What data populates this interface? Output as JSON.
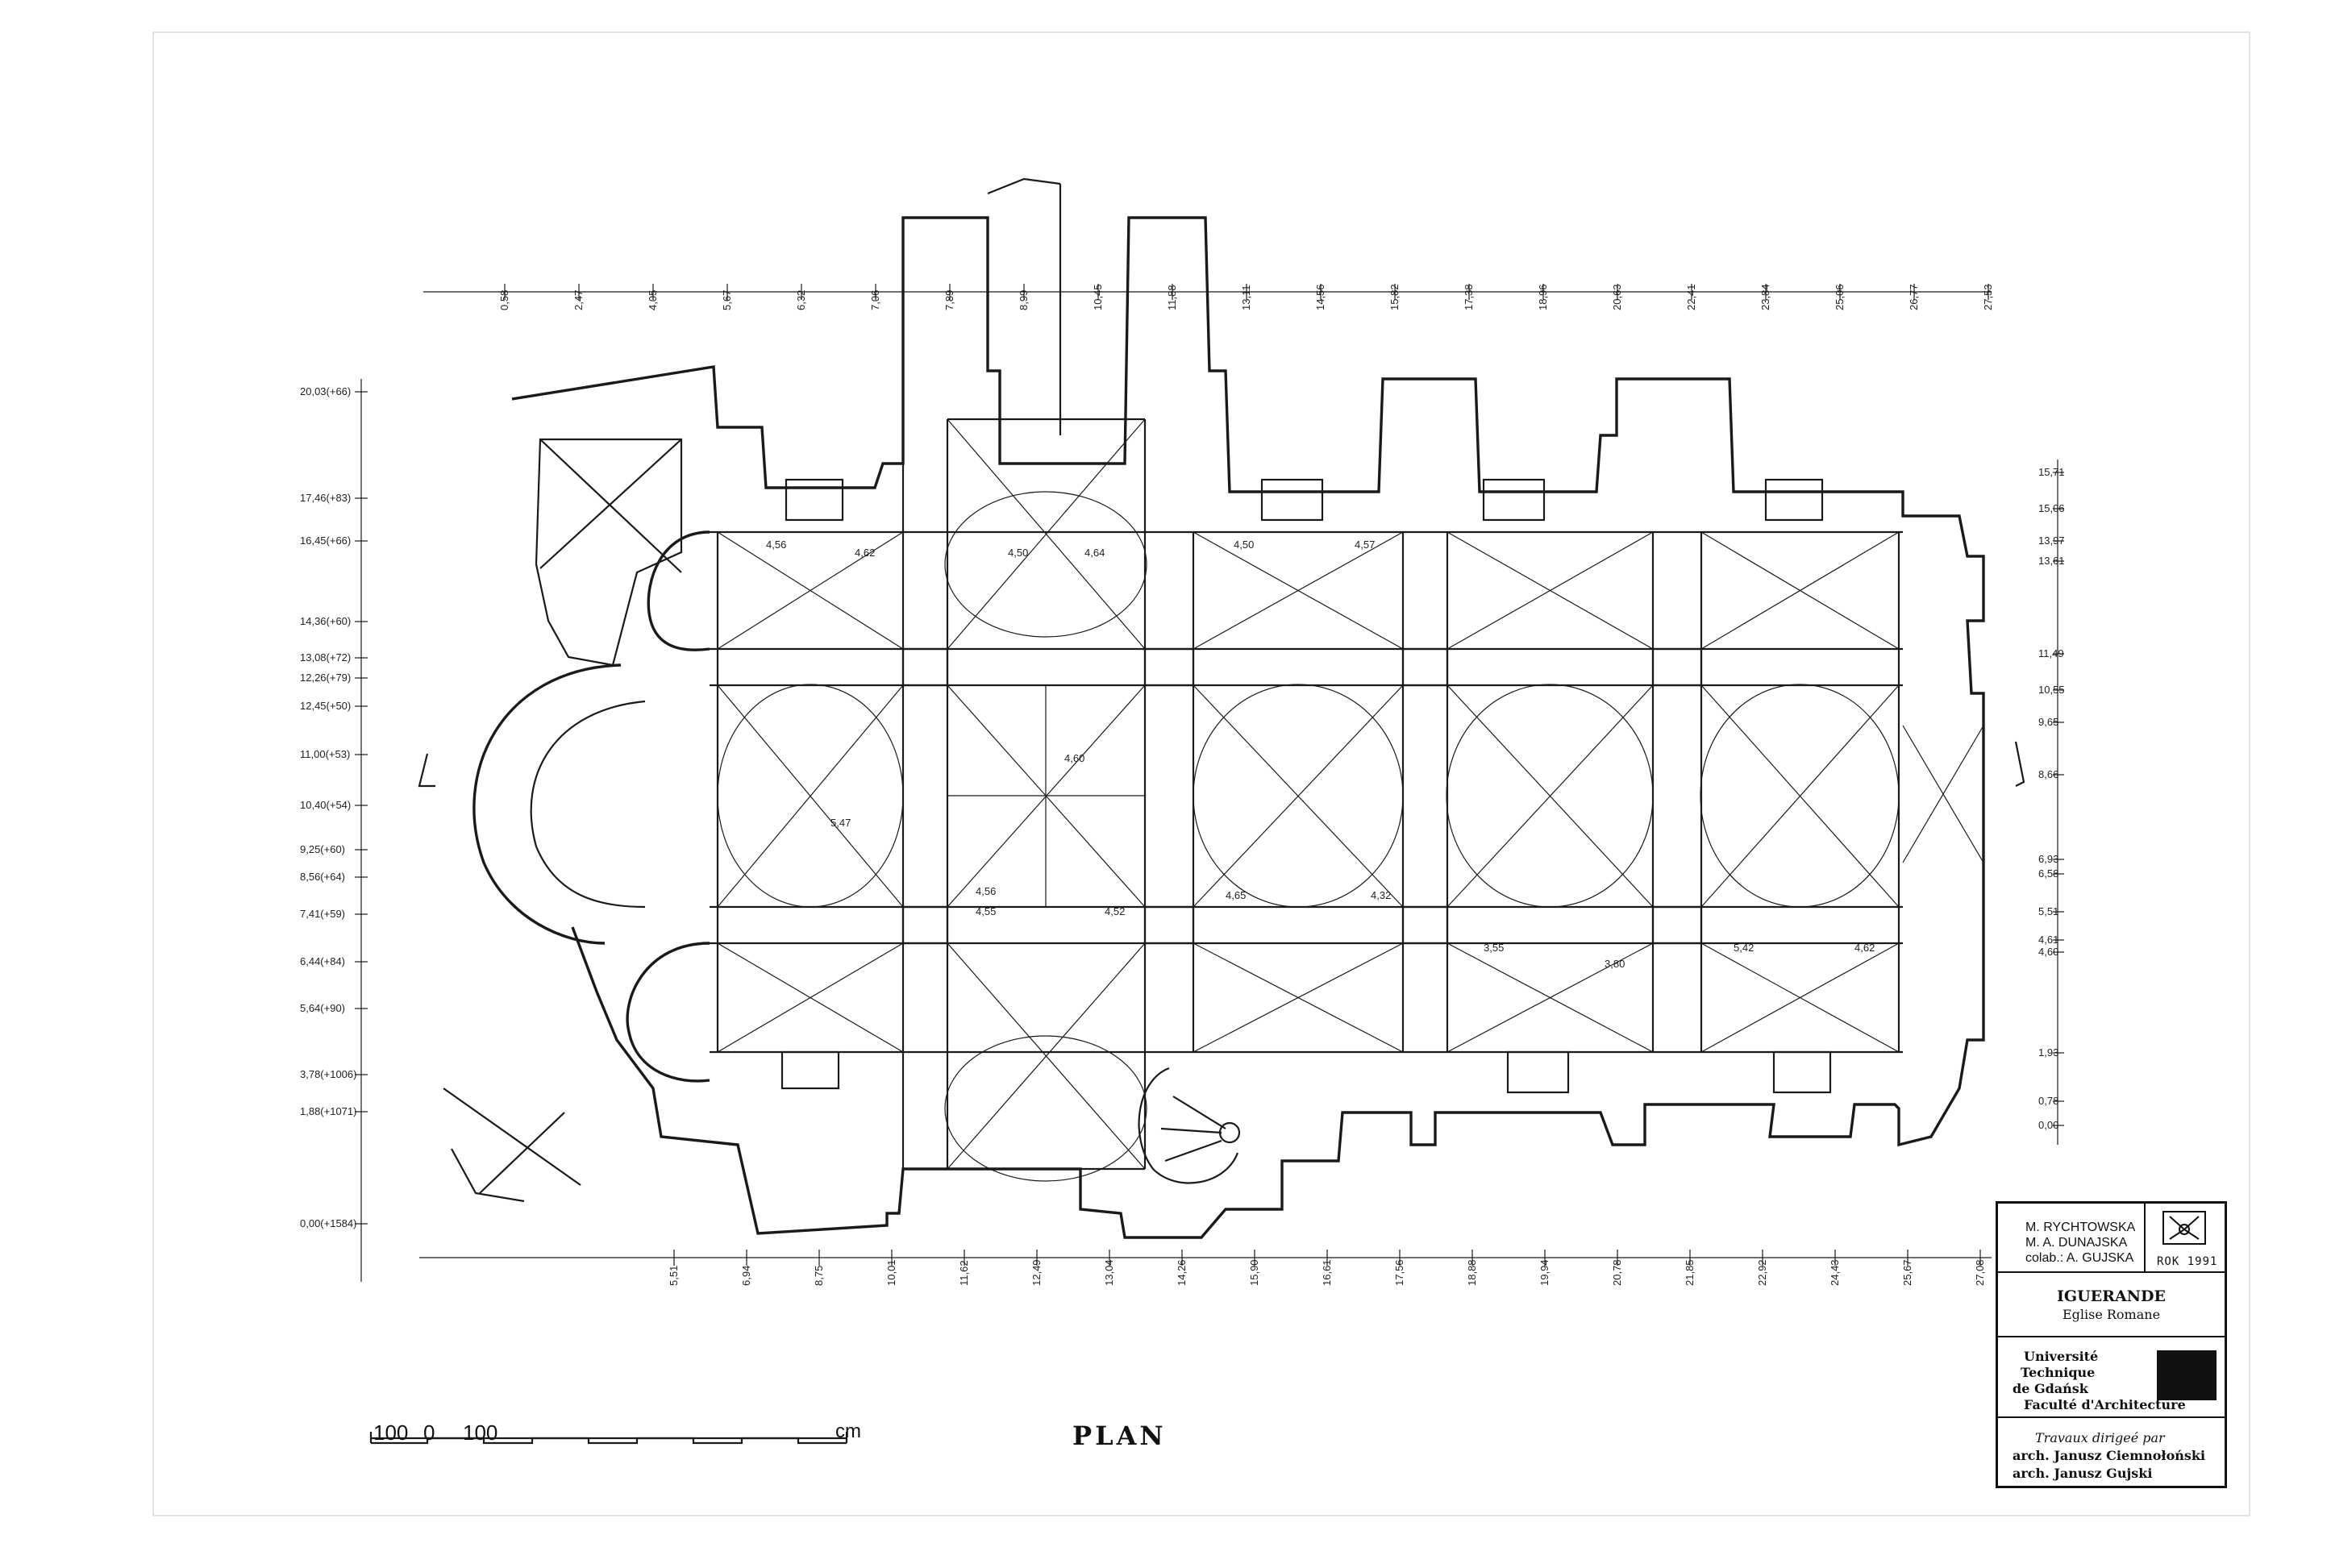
{
  "sheet": {
    "drawing_title": "PLAN",
    "scale_bar": {
      "neg_label": "100",
      "zero_label": "0",
      "pos_label": "100",
      "unit": "cm"
    }
  },
  "title_block": {
    "authors": [
      "M. RYCHTOWSKA",
      "M. A. DUNAJSKA",
      "colab.: A. GUJSKA"
    ],
    "seal_year": "ROK 1991",
    "project_title": "IGUERANDE",
    "project_subtitle": "Eglise Romane",
    "institution": [
      "Université",
      "Technique",
      "de Gdańsk",
      "Faculté d'Architecture"
    ],
    "supervision": [
      "Travaux dirigeé par",
      "arch. Janusz Ciemnołoński",
      "arch. Janusz Gujski"
    ]
  },
  "left_levels": [
    "20,03(+66)",
    "17,46(+83)",
    "16,45(+66)",
    "14,36(+60)",
    "13,08(+72)",
    "12,26(+79)",
    "12,45(+50)",
    "11,00(+53)",
    "10,40(+54)",
    "9,25(+60)",
    "8,56(+64)",
    "7,41(+59)",
    "6,44(+84)",
    "5,64(+90)",
    "3,78(+1006)",
    "1,88(+1071)",
    "0,00(+1584)"
  ],
  "right_levels": [
    "15,71",
    "15,06",
    "13,97",
    "13,61",
    "11,49",
    "10,55",
    "9,65",
    "8,66",
    "6,93",
    "6,58",
    "5,51",
    "4,61",
    "4,60",
    "1,93",
    "0,78",
    "0,00"
  ],
  "top_dims": [
    "0,58",
    "2,47",
    "4,05",
    "5,67",
    "6,32",
    "7,06",
    "7,89",
    "8,99",
    "10,45",
    "11,88",
    "13,11",
    "14,56",
    "15,82",
    "17,38",
    "18,96",
    "20,63",
    "22,41",
    "23,84",
    "25,06",
    "26,77",
    "27,53"
  ],
  "bottom_dims": [
    "5,51",
    "6,94",
    "8,75",
    "10,01",
    "11,62",
    "12,49",
    "13,04",
    "14,26",
    "15,90",
    "16,61",
    "17,56",
    "18,88",
    "19,94",
    "20,78",
    "21,85",
    "22,92",
    "24,43",
    "25,67",
    "27,08"
  ],
  "inner_dims": [
    "4,56",
    "4,62",
    "4,50",
    "4,64",
    "4,50",
    "4,57",
    "5,47",
    "4,60",
    "4,56",
    "4,55",
    "4,52",
    "4,65",
    "4,32",
    "3,55",
    "3,80",
    "5,42",
    "4,62"
  ]
}
